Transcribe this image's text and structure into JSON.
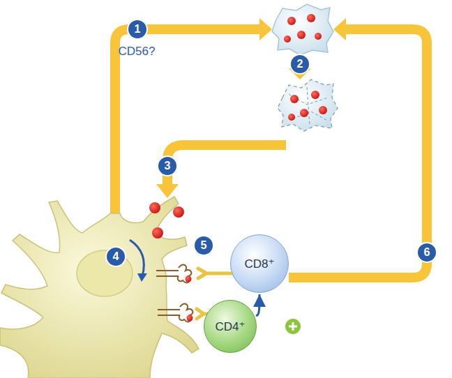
{
  "diagram": {
    "nodes": [
      {
        "text": [
          "CD8⁺"
        ]
      },
      {
        "text": [
          "CD4⁺"
        ]
      }
    ],
    "edges": [
      {
        "from": 1,
        "to": 0,
        "arrow": "to"
      }
    ],
    "labels": [
      "1",
      "CD56?",
      "2",
      "3",
      "4",
      "5",
      "6"
    ]
  }
}
